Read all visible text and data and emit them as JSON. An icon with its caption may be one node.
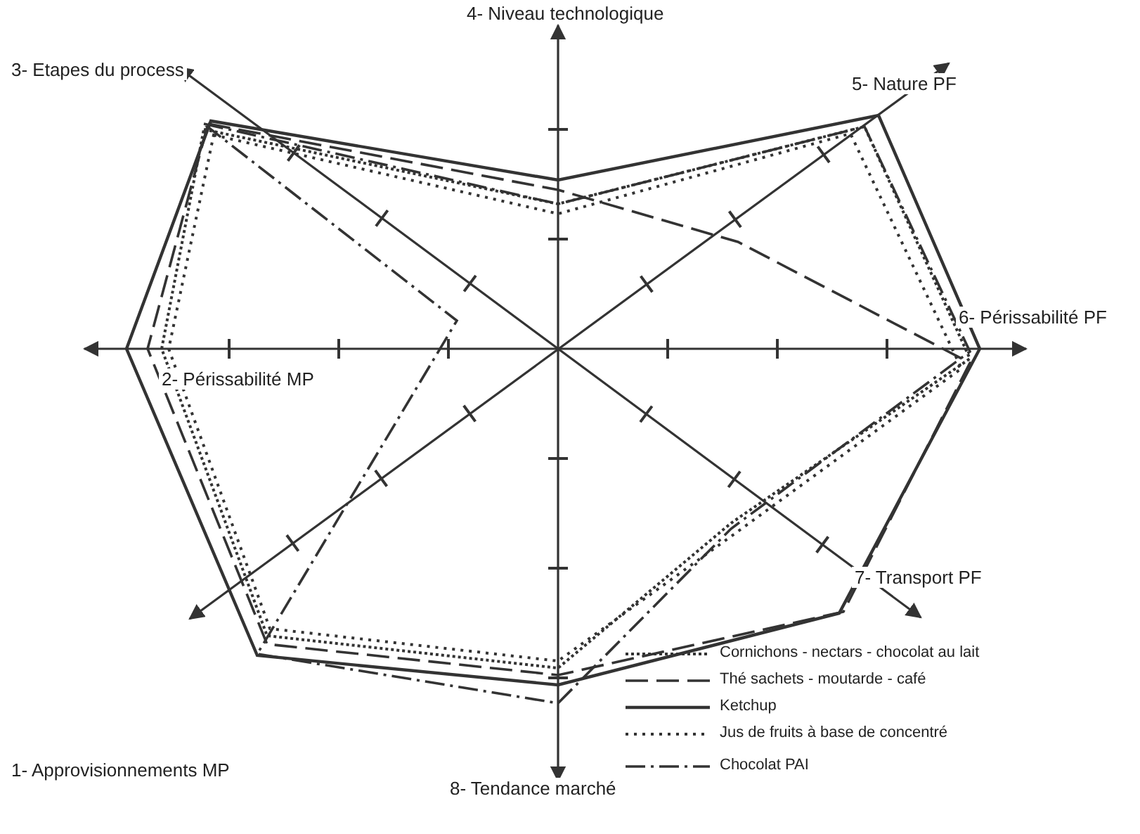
{
  "diagram": {
    "labels": [
      "4- Niveau technologique",
      "3- Etapes du process",
      "5- Nature PF",
      "6- Périssabilité PF",
      "2- Périssabilité MP",
      "7- Transport PF",
      "1- Approvisionnements MP",
      "8- Tendance marché"
    ],
    "legend": [
      {
        "text": "Cornichons - nectars - chocolat au lait"
      },
      {
        "text": "Thé sachets - moutarde - café"
      },
      {
        "text": "Ketchup"
      },
      {
        "text": "Jus de fruits à base de concentré"
      },
      {
        "text": "Chocolat PAI"
      }
    ]
  }
}
